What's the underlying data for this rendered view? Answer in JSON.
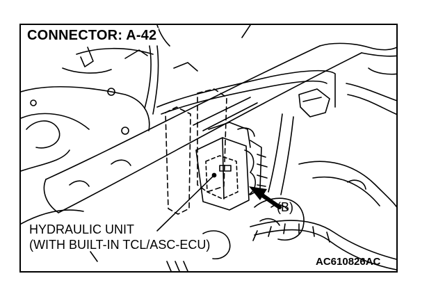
{
  "diagram": {
    "title": "CONNECTOR: A-42",
    "component_label": {
      "line1": "HYDRAULIC UNIT",
      "line2": "(WITH BUILT-IN TCL/ASC-ECU)"
    },
    "marker": "(B)",
    "figure_code": "AC610826AC"
  },
  "style": {
    "ink": "#000000",
    "paper": "#ffffff"
  }
}
